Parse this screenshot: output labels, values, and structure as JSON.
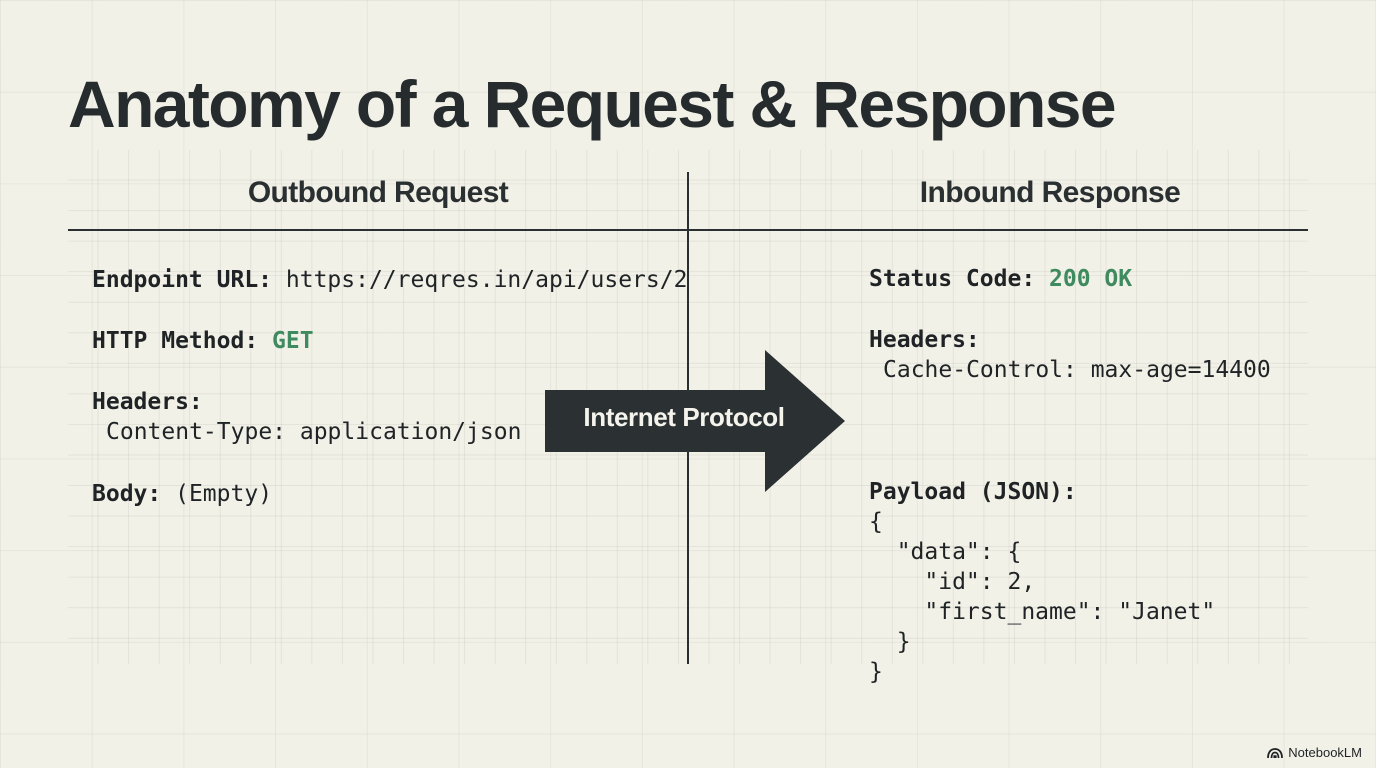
{
  "title": "Anatomy of a Request & Response",
  "request": {
    "header": "Outbound Request",
    "endpoint_label": "Endpoint URL:",
    "endpoint_value": "https://reqres.in/api/users/2",
    "method_label": "HTTP Method:",
    "method_value": "GET",
    "headers_label": "Headers:",
    "header_line": "Content-Type: application/json",
    "body_label": "Body:",
    "body_value": "(Empty)"
  },
  "arrow": {
    "label": "Internet Protocol"
  },
  "response": {
    "header": "Inbound Response",
    "status_label": "Status Code:",
    "status_value": "200 OK",
    "headers_label": "Headers:",
    "header_line": "Cache-Control: max-age=14400",
    "payload_label": "Payload (JSON):",
    "payload_lines": [
      "{",
      "  \"data\": {",
      "    \"id\": 2,",
      "    \"first_name\": \"Janet\"",
      "  }",
      "}"
    ]
  },
  "branding": {
    "name": "NotebookLM",
    "icon": "notebooklm-logo-icon"
  },
  "colors": {
    "background": "#f2f1e8",
    "ink": "#23282a",
    "success_green": "#3f8a5f",
    "arrow_fill": "#2b3033"
  }
}
